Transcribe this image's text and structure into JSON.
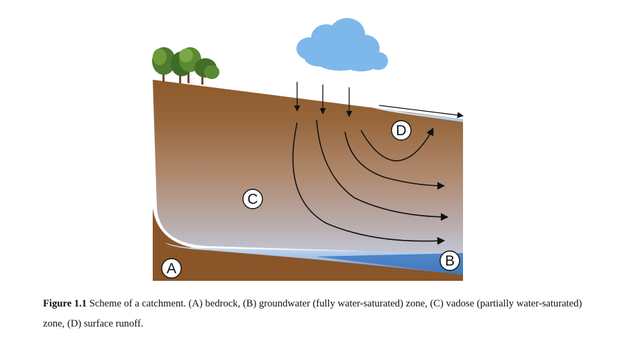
{
  "diagram": {
    "labels": {
      "a": "A",
      "b": "B",
      "c": "C",
      "d": "D"
    },
    "colors": {
      "soil_top": "#8f5a2a",
      "soil_mid": "#b38d6f",
      "vadose_fade": "#b9aaa8",
      "groundwater": "#4f86c6",
      "bedrock": "#8a5529",
      "cloud": "#7eb7ea",
      "runoff": "#c9dff2"
    }
  },
  "caption": {
    "label": "Figure 1.1",
    "text": " Scheme of a catchment. (A) bedrock, (B) groundwater (fully water-saturated) zone, (C) vadose (partially water-saturated) zone, (D) surface runoff."
  }
}
